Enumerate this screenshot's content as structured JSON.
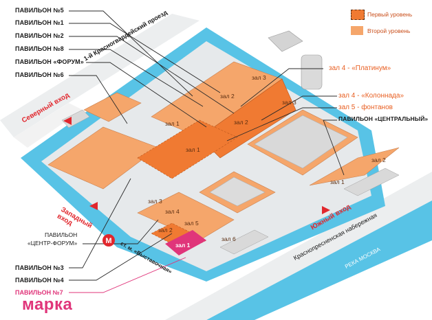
{
  "legend": {
    "level1": "Первый уровень",
    "level2": "Второй уровень",
    "level1_color": "#f07a32",
    "level2_color": "#f5a66b"
  },
  "pavilions_left": {
    "p5": "ПАВИЛЬОН №5",
    "p1": "ПАВИЛЬОН №1",
    "p2": "ПАВИЛЬОН №2",
    "p8": "ПАВИЛЬОН №8",
    "forum": "ПАВИЛЬОН «ФОРУМ»",
    "p6": "ПАВИЛЬОН №6",
    "center_forum_1": "ПАВИЛЬОН",
    "center_forum_2": "«ЦЕНТР-ФОРУМ»",
    "p3": "ПАВИЛЬОН №3",
    "p4": "ПАВИЛЬОН №4",
    "p7": "ПАВИЛЬОН №7"
  },
  "right_labels": {
    "platinum": "зал 4 - «Платинум»",
    "colonnade": "зал 4 - «Колоннада»",
    "fountains": "зал 5 - фонтанов",
    "central": "ПАВИЛЬОН «ЦЕНТРАЛЬНЫЙ»"
  },
  "streets": {
    "proezd": "1-й Красногвардейский проезд",
    "embankment": "Краснопресненская набережная",
    "river": "РЕКА МОСКВА",
    "metro": "ст. м. «Выставочная»"
  },
  "entrances": {
    "north": "Северный вход",
    "west_1": "Западный",
    "west_2": "вход",
    "south": "Южный вход"
  },
  "halls": {
    "z3": "зал 3",
    "z2": "зал 2",
    "z1": "зал 1",
    "z1b": "зал 1",
    "z2b": "зал 2",
    "z3b": "зал 3",
    "z3c": "зал 3",
    "z4": "зал 4",
    "z5": "зал 5",
    "z6": "зал 6",
    "z2c": "зал 2",
    "z1c": "зал 1",
    "z1d": "зал 1",
    "z2d": "зал 2"
  },
  "brand": "марка",
  "colors": {
    "water": "#58c3e6",
    "ground": "#dfe3e6",
    "building": "#e8e8e8",
    "accent_red": "#e1272d",
    "pink": "#e0357a"
  }
}
